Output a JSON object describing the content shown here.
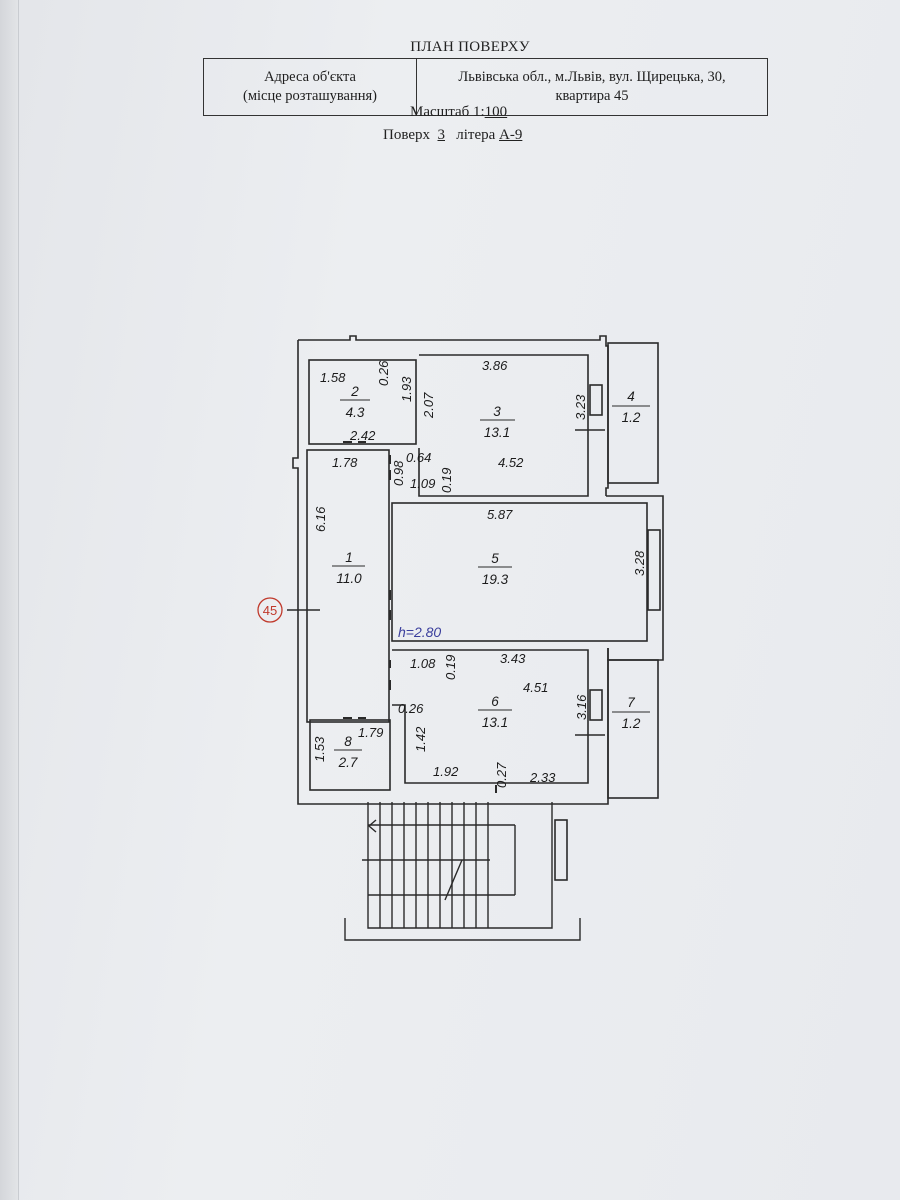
{
  "header": {
    "title": "ПЛАН ПОВЕРХУ",
    "address_label_line1": "Адреса об'єкта",
    "address_label_line2": "(місце розташування)",
    "address_line1": "Львівська обл., м.Львів, вул. Щирецька, 30,",
    "address_line2": "квартира 45",
    "scale_label": "Масштаб 1:",
    "scale_value": "100",
    "floor_label": "Поверх",
    "floor_value": "3",
    "letter_label": "літера",
    "letter_value": "А-9"
  },
  "plan": {
    "axis_marker": "45",
    "ceiling_height": "h=2.80",
    "rooms": [
      {
        "number": "1",
        "area": "11.0"
      },
      {
        "number": "2",
        "area": "4.3"
      },
      {
        "number": "3",
        "area": "13.1"
      },
      {
        "number": "4",
        "area": "1.2"
      },
      {
        "number": "5",
        "area": "19.3"
      },
      {
        "number": "6",
        "area": "13.1"
      },
      {
        "number": "7",
        "area": "1.2"
      },
      {
        "number": "8",
        "area": "2.7"
      }
    ],
    "dimensions": {
      "r2_width": "1.58",
      "r2_side": "0.26",
      "r2_height": "1.93",
      "r2_bottom": "2.42",
      "r3_top": "3.86",
      "r3_left": "2.07",
      "r3_right": "3.23",
      "r3_bottom": "4.52",
      "r1_top": "1.78",
      "r1_side": "6.16",
      "d_098": "0.98",
      "d_064": "0.64",
      "d_019a": "0.19",
      "d_109": "1.09",
      "r5_top": "5.87",
      "r5_right": "3.28",
      "d_108": "1.08",
      "d_019b": "0.19",
      "r6_top": "3.43",
      "r6_mid": "4.51",
      "r6_right": "3.16",
      "d_026": "0.26",
      "r6_left": "1.42",
      "r6_bottom_left": "1.92",
      "d_027": "0.27",
      "r6_bottom_right": "2.33",
      "r8_left": "1.53",
      "r8_top": "1.79"
    }
  }
}
